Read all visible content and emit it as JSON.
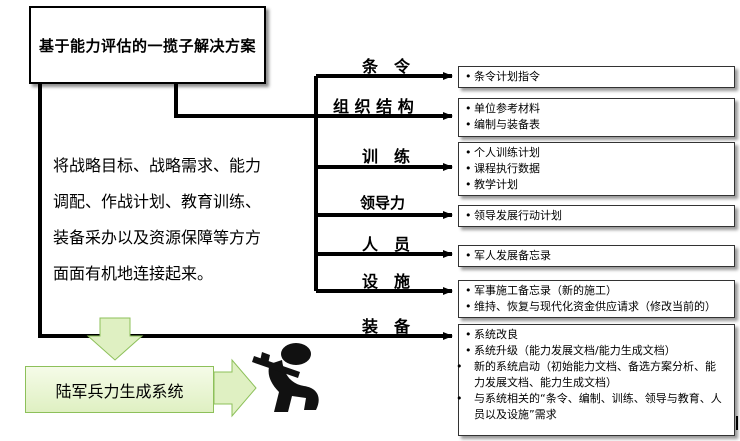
{
  "title": "基于能力评估的一揽子解决方案",
  "description": [
    "将战略目标、战略需求、能力",
    "调配、作战计划、教育训练、",
    "装备采办以及资源保障等方方",
    "面面有机地连接起来。"
  ],
  "categories": [
    {
      "label": "条　令",
      "items": [
        "条令计划指令"
      ]
    },
    {
      "label": "组 织 结 构",
      "items": [
        "单位参考材料",
        "编制与装备表"
      ]
    },
    {
      "label": "训　练",
      "items": [
        "个人训练计划",
        "课程执行数据",
        "教学计划"
      ]
    },
    {
      "label": "领导力",
      "items": [
        "领导发展行动计划"
      ]
    },
    {
      "label": "人　员",
      "items": [
        "军人发展备忘录"
      ]
    },
    {
      "label": "设　施",
      "items": [
        "军事施工备忘录（新的施工）",
        "维持、恢复与现代化资金供应请求（修改当前的）"
      ]
    },
    {
      "label": "装　备",
      "items": [
        "系统改良",
        "系统升级（能力发展文档/能力生成文档）",
        "新的系统启动（初始能力文档、备选方案分析、能力发展文档、能力生成文档）",
        "与系统相关的“条令、编制、训练、领导与教育、人员以及设施”需求"
      ]
    }
  ],
  "generation_system": "陆军兵力生成系统",
  "colors": {
    "line": "#000000",
    "arrow_fill": "#dff0c2",
    "arrow_stroke": "#8dc05a",
    "soldier": "#111111"
  },
  "icons": [
    "soldier-icon"
  ]
}
